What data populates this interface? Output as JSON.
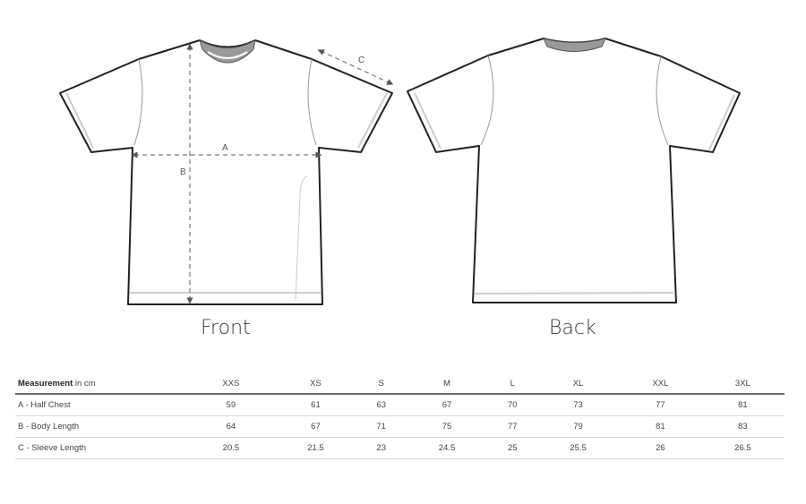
{
  "diagram": {
    "views": [
      {
        "label": "Front"
      },
      {
        "label": "Back"
      }
    ],
    "dimension_markers": {
      "a": "A",
      "b": "B",
      "c": "C"
    },
    "colors": {
      "outline": "#222222",
      "collar": "#999999",
      "seam": "#cccccc",
      "dash": "#777777"
    }
  },
  "table": {
    "header": {
      "measurement_bold": "Measurement",
      "measurement_unit": " in cm"
    },
    "sizes": [
      "XXS",
      "XS",
      "S",
      "M",
      "L",
      "XL",
      "XXL",
      "3XL"
    ],
    "rows": [
      {
        "label": "A - Half Chest",
        "values": [
          "59",
          "61",
          "63",
          "67",
          "70",
          "73",
          "77",
          "81"
        ]
      },
      {
        "label": "B - Body Length",
        "values": [
          "64",
          "67",
          "71",
          "75",
          "77",
          "79",
          "81",
          "83"
        ]
      },
      {
        "label": "C - Sleeve Length",
        "values": [
          "20.5",
          "21.5",
          "23",
          "24.5",
          "25",
          "25.5",
          "26",
          "26.5"
        ]
      }
    ]
  }
}
